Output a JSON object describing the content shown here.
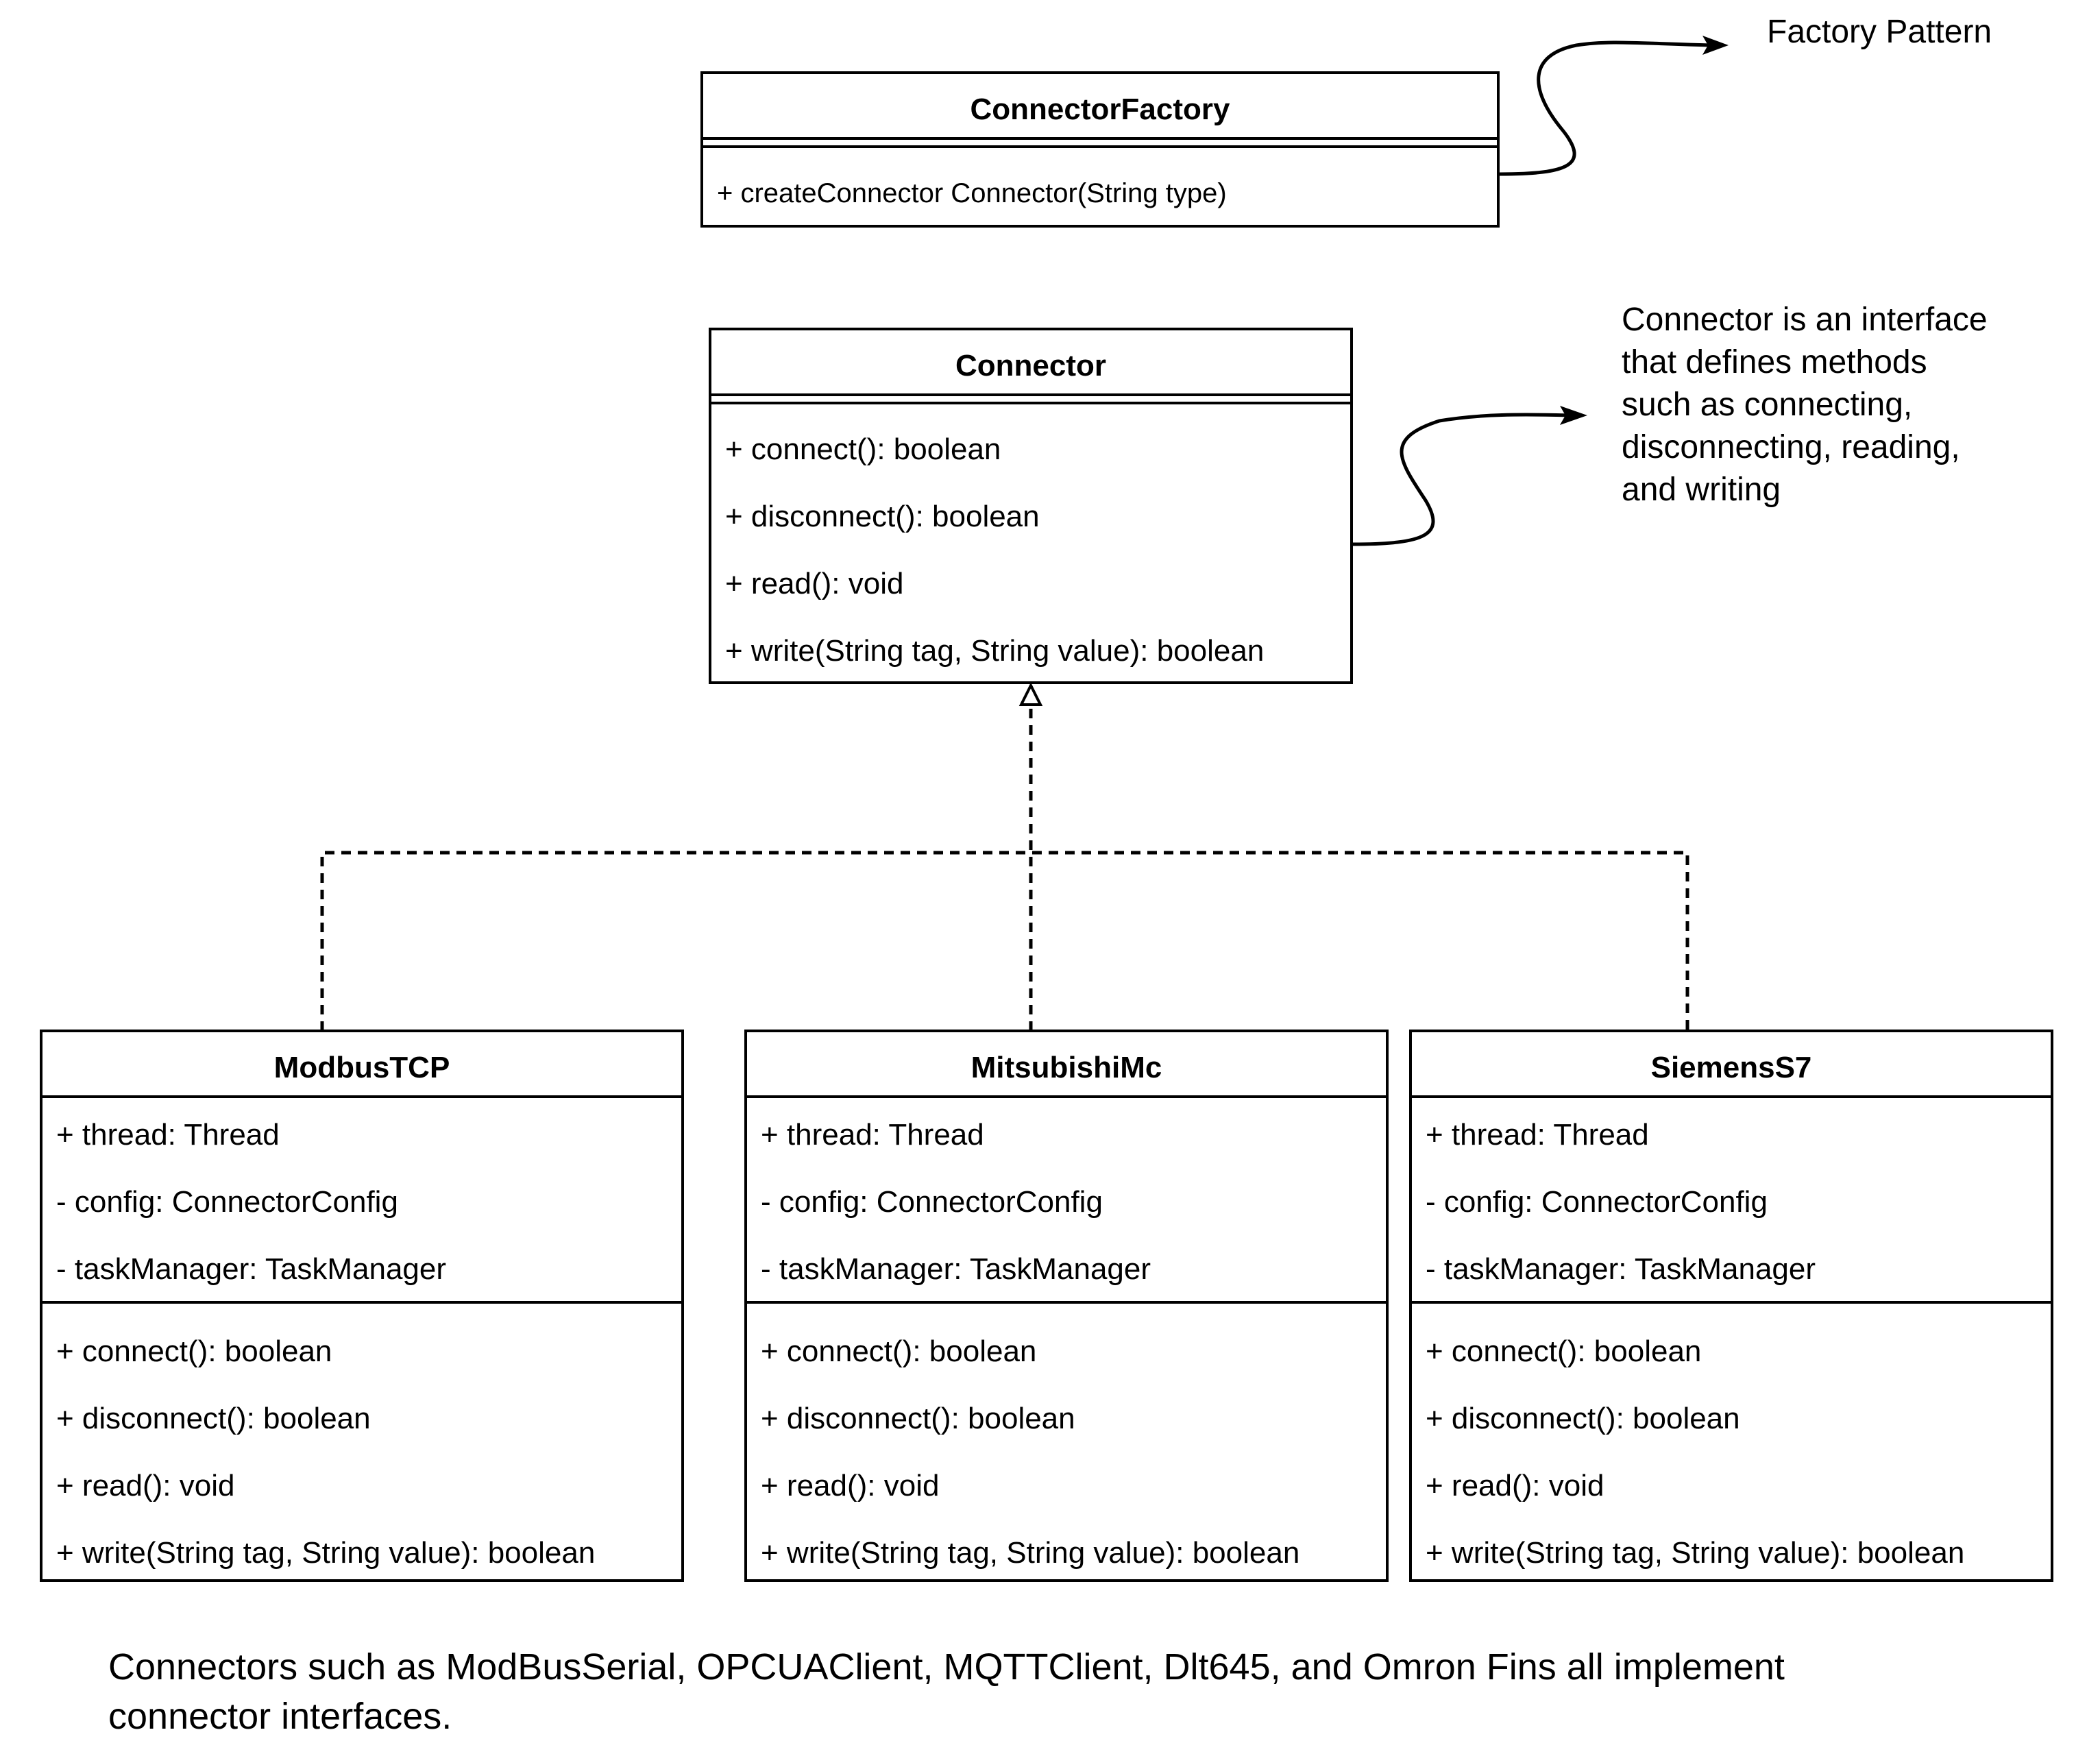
{
  "factory": {
    "name": "ConnectorFactory",
    "methods": [
      "+ createConnector Connector(String type)"
    ]
  },
  "factory_note": "Factory Pattern",
  "connector": {
    "name": "Connector",
    "methods": [
      "+ connect(): boolean",
      "+ disconnect(): boolean",
      "+ read(): void",
      "+ write(String tag, String value): boolean"
    ]
  },
  "connector_note": [
    "Connector is an interface",
    "that defines methods",
    "such as connecting,",
    "disconnecting, reading,",
    "and writing"
  ],
  "implementations": [
    {
      "name": "ModbusTCP",
      "attributes": [
        "+ thread: Thread",
        "- config: ConnectorConfig",
        "- taskManager: TaskManager"
      ],
      "methods": [
        "+ connect(): boolean",
        "+ disconnect(): boolean",
        "+ read(): void",
        "+ write(String tag, String value): boolean"
      ]
    },
    {
      "name": "MitsubishiMc",
      "attributes": [
        "+ thread: Thread",
        "- config: ConnectorConfig",
        "- taskManager: TaskManager"
      ],
      "methods": [
        "+ connect(): boolean",
        "+ disconnect(): boolean",
        "+ read(): void",
        "+ write(String tag, String value): boolean"
      ]
    },
    {
      "name": "SiemensS7",
      "attributes": [
        "+ thread: Thread",
        "- config: ConnectorConfig",
        "- taskManager: TaskManager"
      ],
      "methods": [
        "+ connect(): boolean",
        "+ disconnect(): boolean",
        "+ read(): void",
        "+ write(String tag, String value): boolean"
      ]
    }
  ],
  "footer_note": [
    "Connectors such as ModBusSerial, OPCUAClient, MQTTClient, Dlt645, and Omron Fins all implement",
    "connector interfaces."
  ]
}
